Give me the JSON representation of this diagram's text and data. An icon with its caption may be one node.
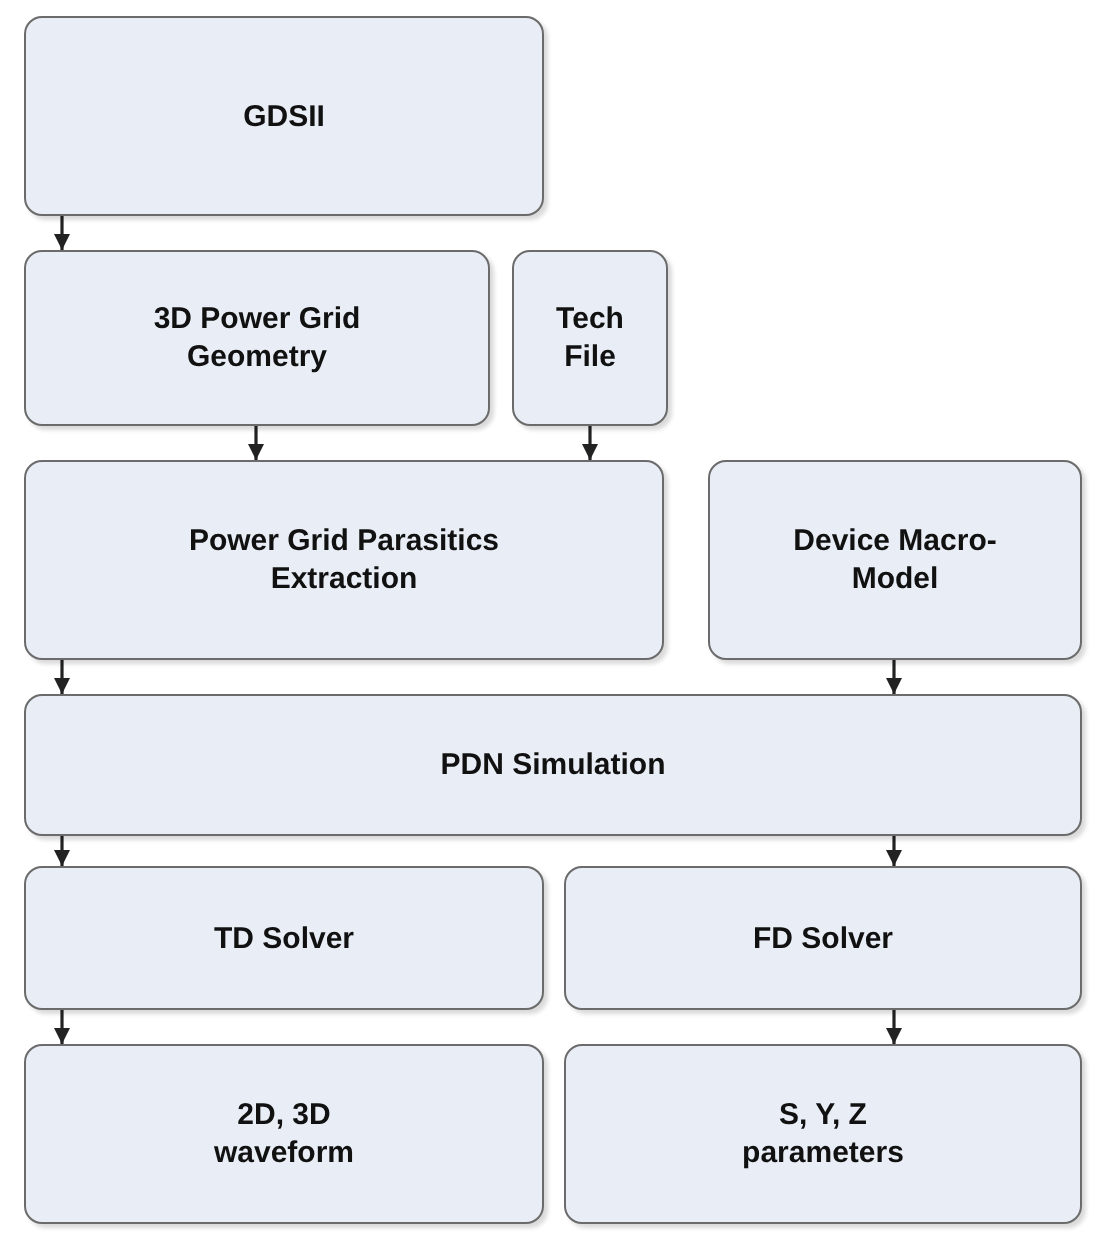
{
  "diagram": {
    "nodes": [
      {
        "text": [
          "GDSII"
        ]
      },
      {
        "text": [
          "3D Power Grid Geometry"
        ]
      },
      {
        "text": [
          "Tech File"
        ]
      },
      {
        "text": [
          "Power Grid Parasitics Extraction"
        ]
      },
      {
        "text": [
          "Device Macro-Model"
        ]
      },
      {
        "text": [
          "PDN Simulation"
        ]
      },
      {
        "text": [
          "TD Solver"
        ]
      },
      {
        "text": [
          "FD Solver"
        ]
      },
      {
        "text": [
          "2D, 3D waveform"
        ]
      },
      {
        "text": [
          "S, Y, Z parameters"
        ]
      }
    ],
    "edges": [
      {
        "from": 0,
        "to": 1,
        "arrow": "to"
      },
      {
        "from": 1,
        "to": 3,
        "arrow": "to"
      },
      {
        "from": 2,
        "to": 3,
        "arrow": "to"
      },
      {
        "from": 3,
        "to": 5,
        "arrow": "to"
      },
      {
        "from": 4,
        "to": 5,
        "arrow": "to"
      },
      {
        "from": 5,
        "to": 6,
        "arrow": "to"
      },
      {
        "from": 5,
        "to": 7,
        "arrow": "to"
      },
      {
        "from": 6,
        "to": 8,
        "arrow": "to"
      },
      {
        "from": 7,
        "to": 9,
        "arrow": "to"
      }
    ]
  }
}
